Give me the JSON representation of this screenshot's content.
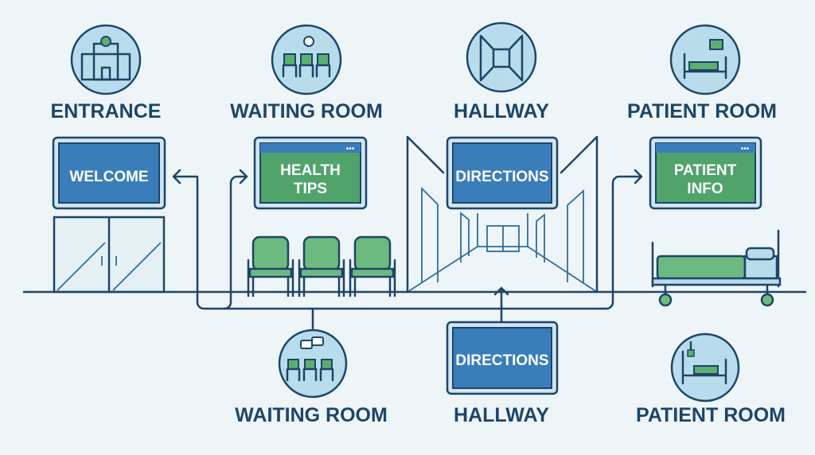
{
  "colors": {
    "background": "#eef5f9",
    "navy": "#1d4568",
    "screen_blue": "#3a7dbb",
    "screen_green": "#4fa36b",
    "circle_fill": "#b9dced"
  },
  "top_labels": {
    "entrance": "ENTRANCE",
    "waiting_room": "WAITING ROOM",
    "hallway": "HALLWAY",
    "patient_room": "PATIENT ROOM"
  },
  "screens": {
    "welcome": "WELCOME",
    "health_tips": [
      "HEALTH",
      "TIPS"
    ],
    "directions": "DIRECTIONS",
    "patient_info": [
      "PATIENT",
      "INFO"
    ],
    "bottom_directions": "DIRECTIONS"
  },
  "bottom_labels": {
    "waiting_room": "WAITING ROOM",
    "hallway": "HALLWAY",
    "patient_room": "PATIENT ROOM"
  },
  "icons": [
    "hospital-building-icon",
    "chairs-clock-icon",
    "hallway-icon",
    "bed-icon",
    "chairs-chat-icon",
    "hospital-bed-iv-icon"
  ]
}
